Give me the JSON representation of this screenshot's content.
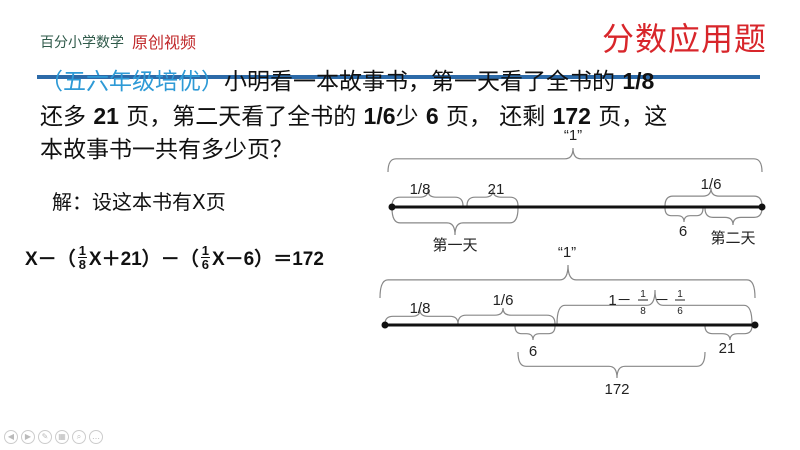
{
  "header": {
    "brand": "百分小学数学",
    "brand_sub": "原创视频",
    "title": "分数应用题",
    "accent": "#d8262b",
    "rule_color": "#2c6aa8"
  },
  "question": {
    "tag": "（五六年级培优）",
    "line1": "小明看一本故事书，第一天看了全书的",
    "f1": "1/8",
    "line2a": "还多",
    "n21": "21",
    "line2b": "页，第二天看了全书的",
    "f2": "1/6",
    "line2c": "少",
    "n6": "6",
    "line2d": "页， 还剩",
    "n172": "172",
    "line2e": "页，这",
    "line3": "本故事书一共有多少页？"
  },
  "solution": {
    "text": "解：设这本书有X页",
    "eq": {
      "a": "X－（",
      "f1n": "1",
      "f1d": "8",
      "b": "X＋21）－（",
      "f2n": "1",
      "f2d": "6",
      "c": "X－6）＝172"
    }
  },
  "diagram1": {
    "whole": "“1”",
    "a": "1/8",
    "b": "21",
    "day1": "第一天",
    "c": "1/6",
    "d": "6",
    "day2": "第二天"
  },
  "diagram2": {
    "whole": "“1”",
    "a": "1/8",
    "b": "1/6",
    "c_pre": "1－",
    "c_f1n": "1",
    "c_f1d": "8",
    "c_mid": "－",
    "c_f2n": "1",
    "c_f2d": "6",
    "d": "6",
    "e": "21",
    "f": "172"
  },
  "toolbar": {
    "icons": [
      "prev-icon",
      "next-icon",
      "pen-icon",
      "slides-icon",
      "zoom-icon",
      "more-icon"
    ]
  }
}
